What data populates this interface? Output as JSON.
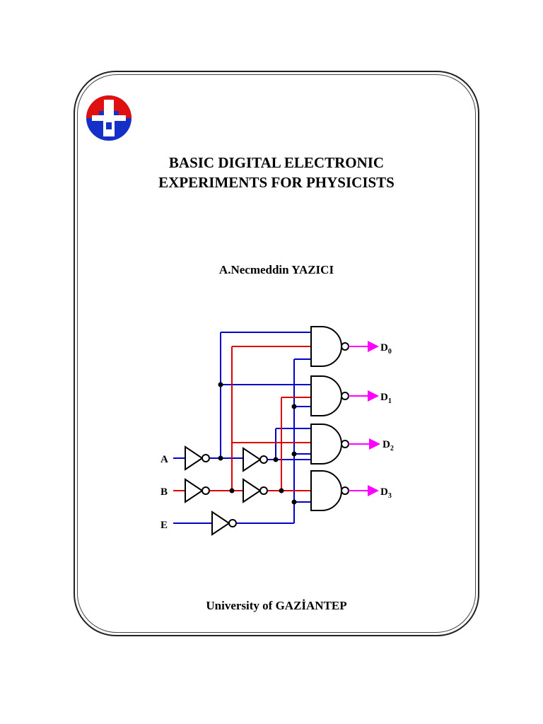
{
  "title": {
    "line1": "BASIC DIGITAL ELECTRONIC",
    "line2": "EXPERIMENTS FOR PHYSICISTS"
  },
  "author": "A.Necmeddin YAZICI",
  "university": "University of GAZİANTEP",
  "circuit": {
    "inputs": [
      "A",
      "B",
      "E"
    ],
    "outputs": [
      {
        "base": "D",
        "sub": "0"
      },
      {
        "base": "D",
        "sub": "1"
      },
      {
        "base": "D",
        "sub": "2"
      },
      {
        "base": "D",
        "sub": "3"
      }
    ]
  },
  "colors": {
    "blue_wire": "#0000cc",
    "red_wire": "#dd0000",
    "output_arrow": "#ff00ff",
    "logo_blue": "#1530c8",
    "logo_red": "#e01010"
  }
}
